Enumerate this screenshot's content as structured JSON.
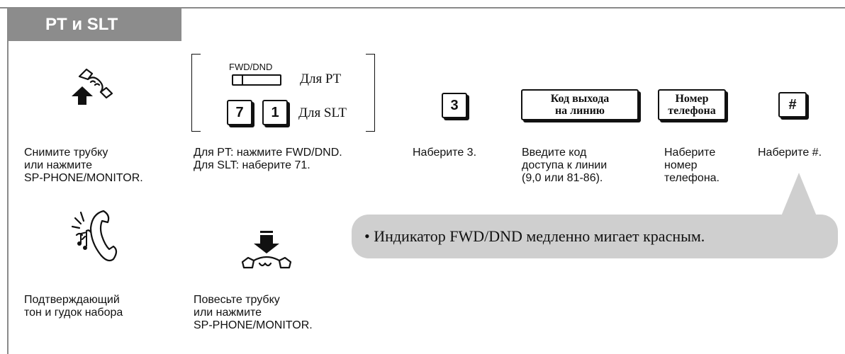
{
  "section_tab": {
    "title": "PT и SLT"
  },
  "steps": {
    "offhook": {
      "caption": "Снимите трубку\nили нажмите\nSP-PHONE/MONITOR."
    },
    "fwd_dnd": {
      "button_label": "FWD/DND",
      "pt_label": "Для PT",
      "slt_label": "Для SLT",
      "key_7": "7",
      "key_1": "1",
      "caption": "Для PT: нажмите FWD/DND.\nДля SLT: наберите 71."
    },
    "dial_3": {
      "key": "3",
      "caption": "Наберите 3."
    },
    "line_code": {
      "key": "Код выхода\nна линию",
      "caption": "Введите код\nдоступа к линии\n(9,0 или 81-86)."
    },
    "phone_number": {
      "key": "Номер\nтелефона",
      "caption": "Наберите\nномер\nтелефона."
    },
    "dial_hash": {
      "key": "#",
      "caption": "Наберите #."
    },
    "confirm_tone": {
      "caption": "Подтверждающий\nтон и гудок набора"
    },
    "onhook": {
      "caption": "Повесьте трубку\nили нажмите\nSP-PHONE/MONITOR."
    }
  },
  "note": {
    "text": "• Индикатор FWD/DND медленно мигает красным."
  },
  "colors": {
    "tab_bg": "#8c8c8c",
    "frame": "#8a8a8a",
    "bubble_bg": "#cfcfcf"
  }
}
